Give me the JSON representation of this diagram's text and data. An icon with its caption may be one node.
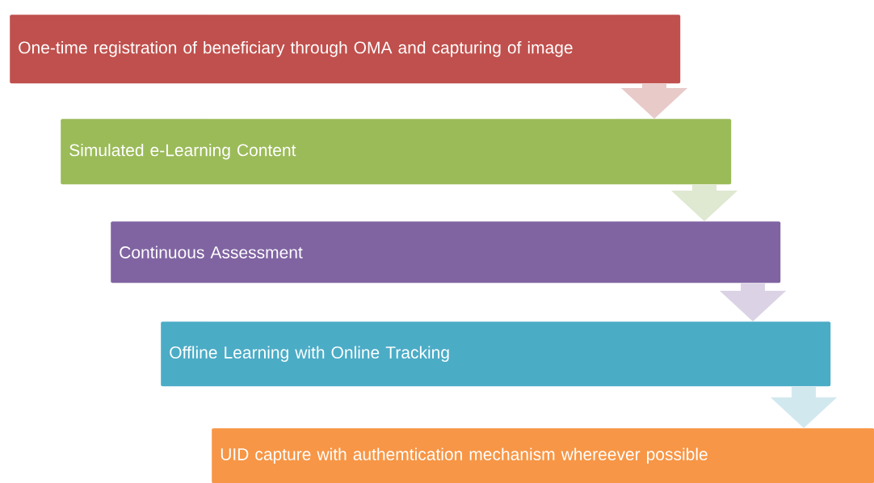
{
  "diagram": {
    "nodes": [
      {
        "text": [
          "One-time registration of beneficiary through OMA and capturing of image"
        ]
      },
      {
        "text": [
          "Simulated e-Learning Content"
        ]
      },
      {
        "text": [
          "Continuous Assessment"
        ]
      },
      {
        "text": [
          "Offline Learning with Online Tracking"
        ]
      },
      {
        "text": [
          "UID capture with authemtication mechanism whereever possible"
        ]
      }
    ],
    "edges": [
      {
        "from": 0,
        "to": 1,
        "arrow": "to",
        "color": "#e8cac9"
      },
      {
        "from": 1,
        "to": 2,
        "arrow": "to",
        "color": "#dfe8d0"
      },
      {
        "from": 2,
        "to": 3,
        "arrow": "to",
        "color": "#dbd3e5"
      },
      {
        "from": 3,
        "to": 4,
        "arrow": "to",
        "color": "#d2e8ef"
      }
    ]
  }
}
